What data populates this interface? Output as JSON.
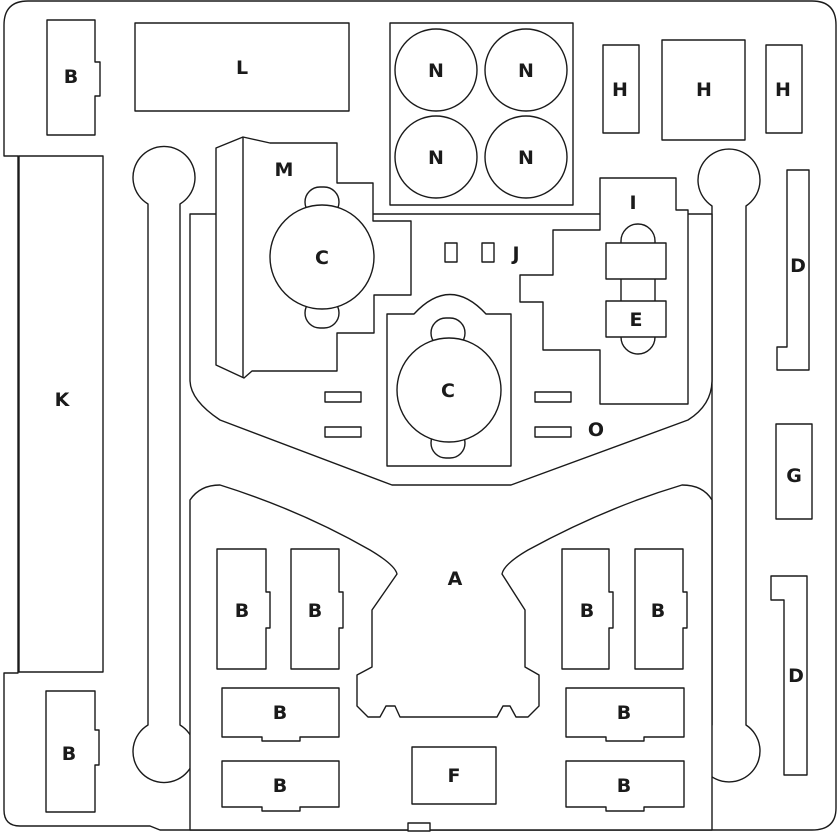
{
  "labels": {
    "A": "A",
    "B": "B",
    "C": "C",
    "D": "D",
    "E": "E",
    "F": "F",
    "G": "G",
    "H": "H",
    "I": "I",
    "J": "J",
    "K": "K",
    "L": "L",
    "M": "M",
    "N": "N",
    "O": "O"
  }
}
